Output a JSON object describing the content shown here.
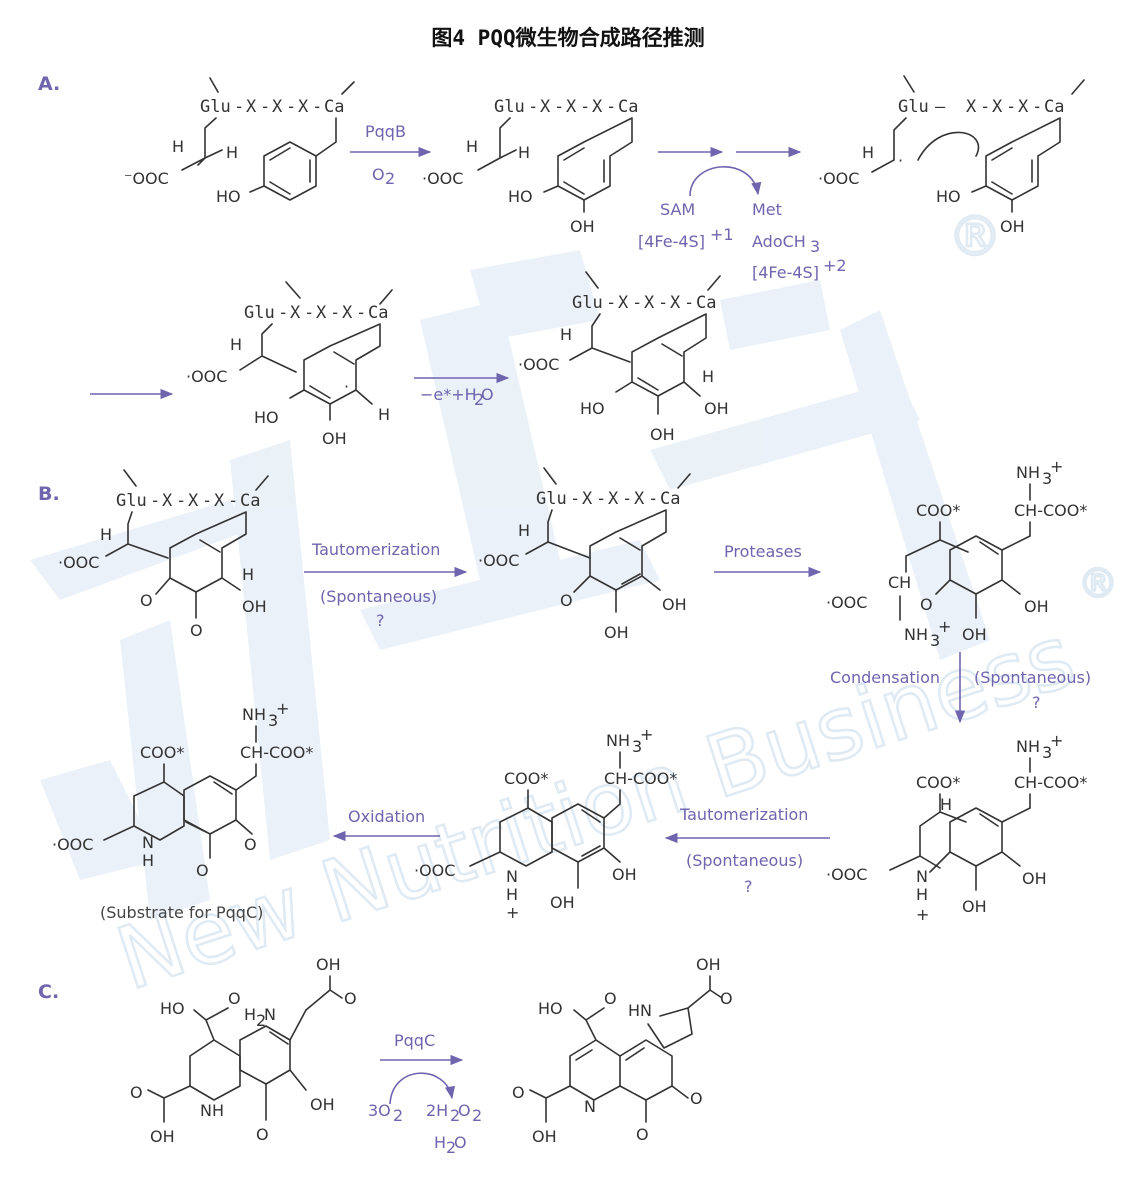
{
  "title": "图4 PQQ微生物合成路径推测",
  "sections": {
    "a": "A.",
    "b": "B.",
    "c": "C."
  },
  "watermark": {
    "text": "新营养",
    "latin": "New Nutrition Business",
    "reg": "®"
  },
  "peptide": {
    "glu": "Glu",
    "x": "X",
    "ca": "Ca"
  },
  "atoms": {
    "minus_ooc": "⁻OOC",
    "dot_ooc": "·OOC",
    "h": "H",
    "ho": "HO",
    "oh": "OH",
    "o": "O",
    "nh": "NH",
    "n": "N",
    "hn": "HN",
    "ch": "CH",
    "nh3": "NH",
    "nh3_sub": "3",
    "nh3_sup": "+",
    "coo_star": "COO*",
    "ch_coo_star": "CH-COO*",
    "plus": "+",
    "dot": "·",
    "h2n": "H",
    "h2n_sub": "2",
    "h2n_n": "N"
  },
  "a": {
    "pqqb": "PqqB",
    "o2": "O",
    "o2_sub": "2",
    "sam": "SAM",
    "fe4s_1": "[4Fe-4S]",
    "fe4s_1_sup": "+1",
    "met": "Met",
    "adoch": "AdoCH",
    "adoch_sub": "3",
    "fe4s_2": "[4Fe-4S]",
    "fe4s_2_sup": "+2",
    "e_h2o": "−e*+H",
    "e_h2o_sub": "2",
    "e_h2o_o": "O"
  },
  "b": {
    "tautomerization": "Tautomerization",
    "spontaneous": "(Spontaneous)",
    "q": "?",
    "proteases": "Proteases",
    "condensation": "Condensation",
    "oxidation": "Oxidation",
    "substrate": "(Substrate for PqqC)"
  },
  "c": {
    "pqqc": "PqqC",
    "o2": "3O",
    "o2_sub": "2",
    "h2o2": "2H",
    "h2o2_sub1": "2",
    "h2o2_o": "O",
    "h2o2_sub2": "2",
    "h2o": "H",
    "h2o_sub": "2",
    "h2o_o": "O"
  }
}
